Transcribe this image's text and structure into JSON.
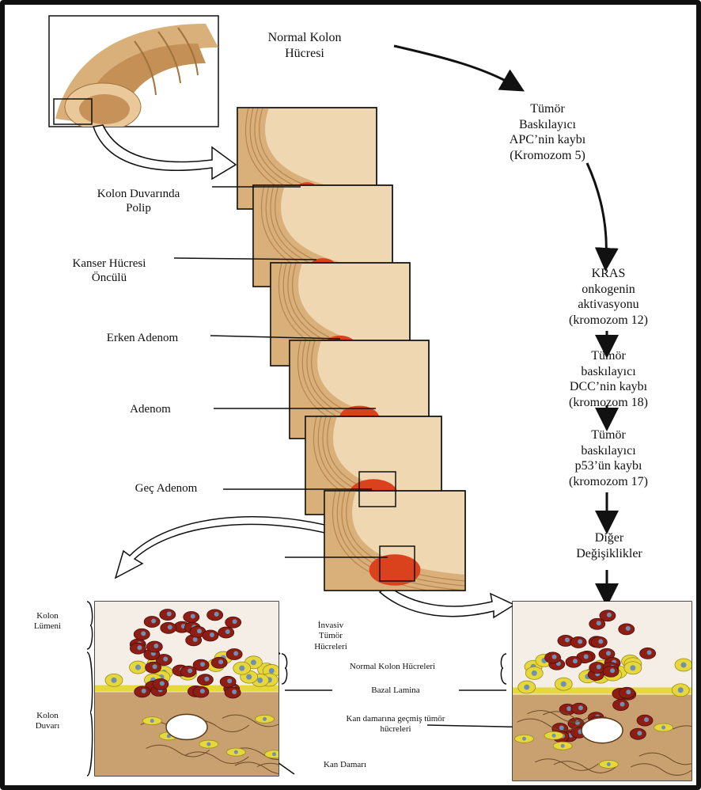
{
  "colors": {
    "tissue": "#d9b07a",
    "tissue_dark": "#b8874e",
    "tumor": "#d9421c",
    "cell_red": "#8e1d14",
    "cell_yellow": "#e6d83a",
    "nucleus": "#6f8fb4",
    "arrow": "#111111"
  },
  "labels": {
    "normal": "Normal Kolon\nHücresi",
    "apc": "Tümör\nBaskılayıcı\nAPC’nin kaybı\n(Kromozom 5)",
    "kras": "KRAS\nonkogenin\naktivasyonu\n(kromozom 12)",
    "dcc": "Tümör\nbaskılayıcı\nDCC’nin kaybı\n(kromozom 18)",
    "p53": "Tümör\nbaskılayıcı\np53’ün kaybı\n(kromozom 17)",
    "other": "Diğer\nDeğişiklikler",
    "polyp": "Kolon Duvarında\nPolip",
    "precursor": "Kanser Hücresi\nÖncülü",
    "early": "Erken Adenom",
    "adenoma": "Adenom",
    "late": "Geç Adenom",
    "lumen": "Kolon\nLümeni",
    "wall": "Kolon\nDuvarı",
    "invasive": "İnvasiv\nTümör\nHücreleri",
    "normal_cells": "Normal Kolon Hücreleri",
    "basal": "Bazal Lamina",
    "vessel_cells": "Kan damarına geçmiş tümör\nhücreleri",
    "vessel": "Kan Damarı"
  }
}
